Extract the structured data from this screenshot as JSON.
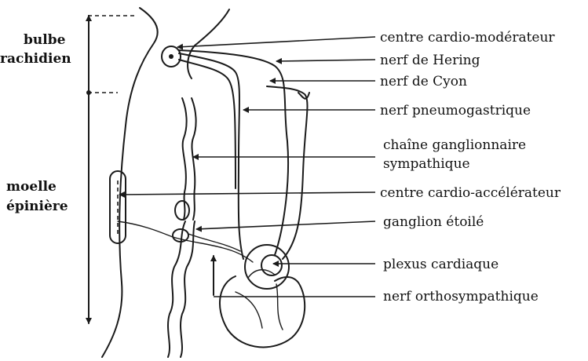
{
  "regions": {
    "bulbe_line1": "bulbe",
    "bulbe_line2": "rachidien",
    "moelle_line1": "moelle",
    "moelle_line2": "épinière"
  },
  "labels": {
    "centre_moderateur": "centre cardio-modérateur",
    "nerf_hering": "nerf de Hering",
    "nerf_cyon": "nerf de Cyon",
    "nerf_pneumogastrique": "nerf pneumogastrique",
    "chaine_line1": "chaîne ganglionnaire",
    "chaine_line2": "sympathique",
    "centre_accelerateur": "centre cardio-accélérateur",
    "ganglion_etoile": "ganglion étoilé",
    "plexus_cardiaque": "plexus cardiaque",
    "nerf_orthosympathique": "nerf orthosympathique"
  }
}
